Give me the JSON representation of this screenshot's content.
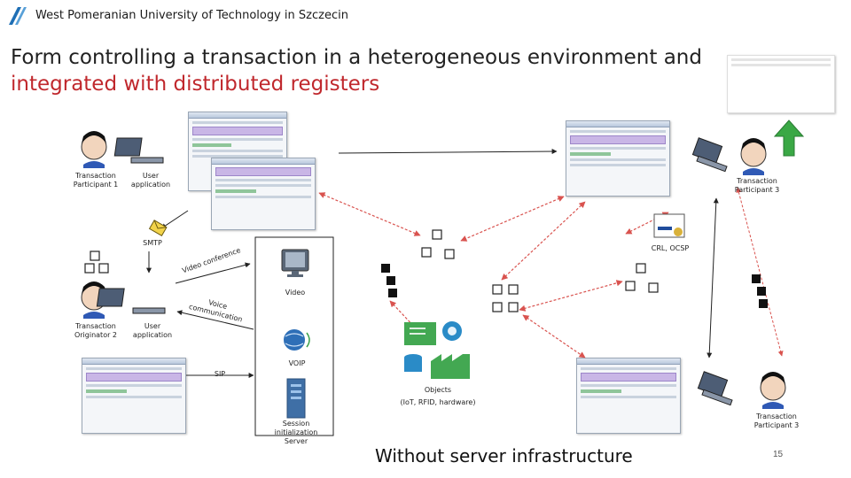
{
  "header": {
    "university": "West Pomeranian University of Technology in Szczecin",
    "title_line1": "Form controlling a transaction in a heterogeneous environment and",
    "title_line2": "integrated with distributed registers"
  },
  "diagram": {
    "participants": {
      "p1": "Transaction Participant 1",
      "p2": "Transaction Originator 2",
      "p3": "Transaction Participant 3",
      "p3b": "Transaction Participant 3"
    },
    "user_app_1": "User application",
    "user_app_2": "User application",
    "smtp": "SMTP",
    "video_conference": "Video conference",
    "voice_communication": "Voice communication",
    "sip": "SIP",
    "video": "Video",
    "voip": "VOIP",
    "session_server": "Session initialization Server",
    "crl_ocsp": "CRL, OCSP",
    "objects": "Objects",
    "objects_detail": "(IoT, RFID, hardware)"
  },
  "footer": {
    "caption": "Without server infrastructure",
    "page": "15"
  },
  "colors": {
    "accent_red": "#c0282d",
    "arrow_red": "#d9534f",
    "brand_blue": "#1f6fb5",
    "green_arrow": "#3aa845"
  }
}
